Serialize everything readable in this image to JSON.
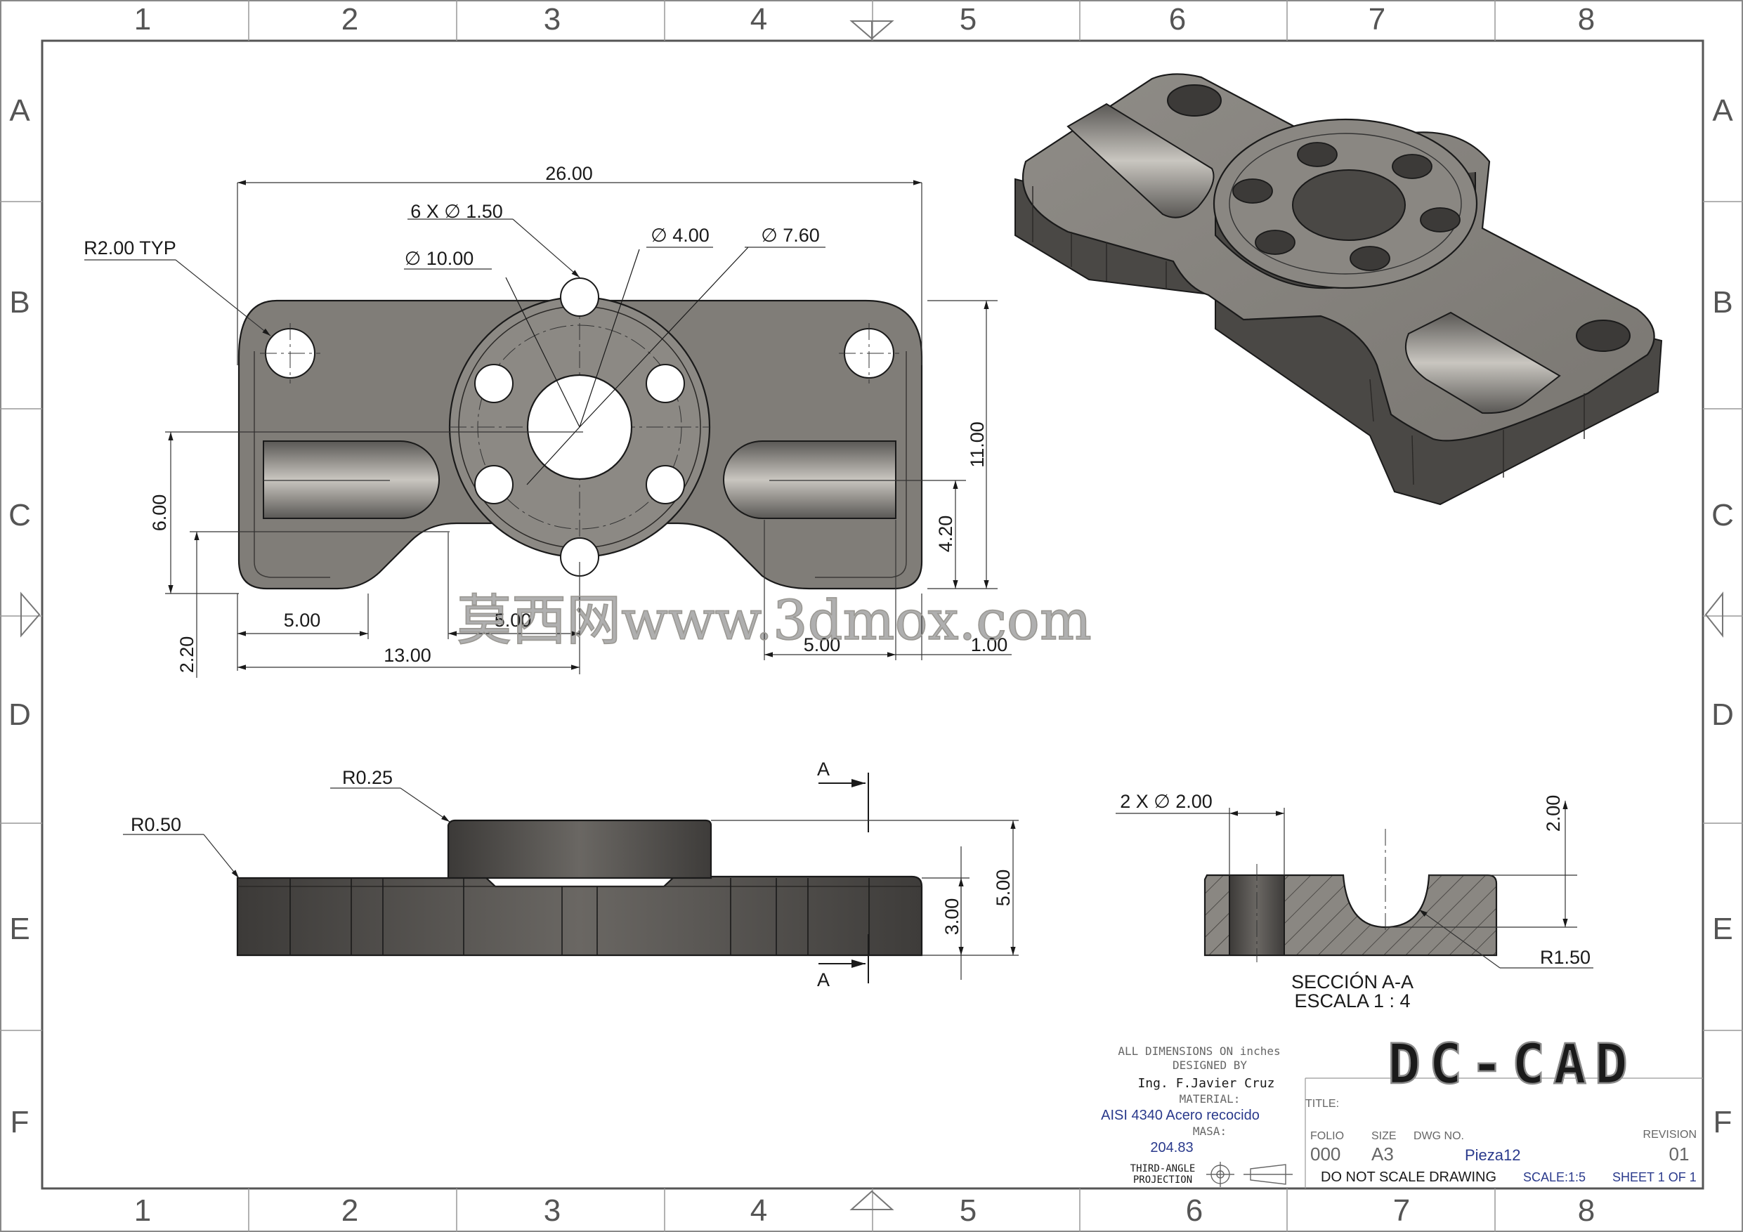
{
  "sheet": {
    "columns": [
      "1",
      "2",
      "3",
      "4",
      "5",
      "6",
      "7",
      "8"
    ],
    "rows": [
      "A",
      "B",
      "C",
      "D",
      "E",
      "F"
    ]
  },
  "top_view": {
    "overall_length": "26.00",
    "bolt_holes": "6 X ∅ 1.50",
    "corner_radius": "R2.00 TYP",
    "bolt_circle": "∅ 10.00",
    "bore": "∅ 4.00",
    "boss": "∅ 7.60",
    "overall_width": "11.00",
    "slot_height": "6.00",
    "offset_4_20": "4.20",
    "offset_2_20": "2.20",
    "dim_5_left": "5.00",
    "dim_5_mid": "5.00",
    "dim_13": "13.00",
    "dim_5_right": "5.00",
    "dim_1": "1.00"
  },
  "front_view": {
    "fillet_top": "R0.25",
    "fillet_base": "R0.50",
    "section_mark": "A",
    "section_mark_bottom": "A",
    "base_thickness": "3.00",
    "total_height": "5.00"
  },
  "section_view": {
    "holes": "2 X ∅ 2.00",
    "depth": "2.00",
    "radius": "R1.50",
    "title": "SECCIÓN A-A",
    "scale": "ESCALA 1 : 4"
  },
  "watermark": "莫西网www.3dmox.com",
  "title_block": {
    "units_note": "ALL DIMENSIONS ON inches",
    "designed_by_label": "DESIGNED BY",
    "designer": "Ing. F.Javier Cruz",
    "material_label": "MATERIAL:",
    "material": "AISI 4340 Acero recocido",
    "mass_label": "MASA:",
    "mass": "204.83",
    "projection_line1": "THIRD-ANGLE",
    "projection_line2": "PROJECTION",
    "logo": "DC-CAD",
    "title_label": "TITLE:",
    "folio_label": "FOLIO",
    "folio": "000",
    "size_label": "SIZE",
    "size": "A3",
    "dwg_label": "DWG NO.",
    "dwg": "Pieza12",
    "revision_label": "REVISION",
    "revision": "01",
    "note": "DO NOT SCALE DRAWING",
    "scale": "SCALE:1:5",
    "sheet": "SHEET 1 OF 1"
  },
  "colors": {
    "part_fill": "#807d78",
    "part_dark": "#4a4845",
    "part_light": "#a9a6a0",
    "line": "#1a1a1a",
    "blue_text": "#2a3a8c"
  }
}
